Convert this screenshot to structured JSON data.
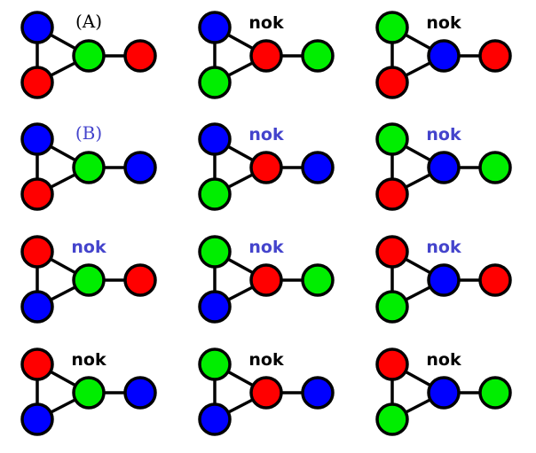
{
  "palette": {
    "red": "#ff0000",
    "green": "#00ee00",
    "blue": "#0000ff",
    "black": "#000000",
    "label_blue": "#4444cc"
  },
  "graphs": [
    {
      "nodes": [
        "blue",
        "red",
        "green",
        "red"
      ],
      "label": "(A)",
      "label_style": "serif",
      "label_color": "black"
    },
    {
      "nodes": [
        "blue",
        "green",
        "red",
        "green"
      ],
      "label": "nok",
      "label_style": "bold",
      "label_color": "black"
    },
    {
      "nodes": [
        "green",
        "red",
        "blue",
        "red"
      ],
      "label": "nok",
      "label_style": "bold",
      "label_color": "black"
    },
    {
      "nodes": [
        "blue",
        "red",
        "green",
        "blue"
      ],
      "label": "(B)",
      "label_style": "serif",
      "label_color": "label_blue"
    },
    {
      "nodes": [
        "blue",
        "green",
        "red",
        "blue"
      ],
      "label": "nok",
      "label_style": "bold",
      "label_color": "label_blue"
    },
    {
      "nodes": [
        "green",
        "red",
        "blue",
        "green"
      ],
      "label": "nok",
      "label_style": "bold",
      "label_color": "label_blue"
    },
    {
      "nodes": [
        "red",
        "blue",
        "green",
        "red"
      ],
      "label": "nok",
      "label_style": "bold",
      "label_color": "label_blue"
    },
    {
      "nodes": [
        "green",
        "blue",
        "red",
        "green"
      ],
      "label": "nok",
      "label_style": "bold",
      "label_color": "label_blue"
    },
    {
      "nodes": [
        "red",
        "green",
        "blue",
        "red"
      ],
      "label": "nok",
      "label_style": "bold",
      "label_color": "label_blue"
    },
    {
      "nodes": [
        "red",
        "blue",
        "green",
        "blue"
      ],
      "label": "nok",
      "label_style": "bold",
      "label_color": "black"
    },
    {
      "nodes": [
        "green",
        "blue",
        "red",
        "blue"
      ],
      "label": "nok",
      "label_style": "bold",
      "label_color": "black"
    },
    {
      "nodes": [
        "red",
        "green",
        "blue",
        "green"
      ],
      "label": "nok",
      "label_style": "bold",
      "label_color": "black"
    }
  ]
}
